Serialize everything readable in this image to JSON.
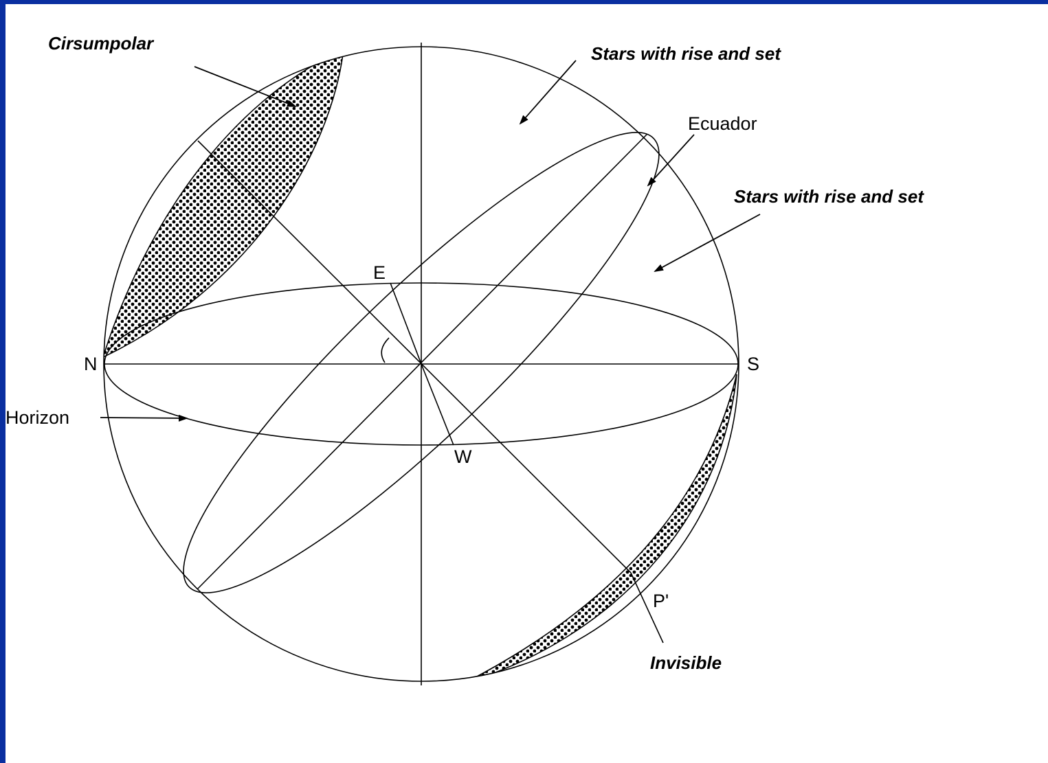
{
  "colors": {
    "frame": "#0a2fa0",
    "ink": "#000000",
    "background": "#ffffff"
  },
  "labels": {
    "circumpolar": "Cirsumpolar",
    "rise_set_top": "Stars with rise and set",
    "equator": "Ecuador",
    "rise_set_right": "Stars with rise and set",
    "east": "E",
    "north": "N",
    "south": "S",
    "west": "W",
    "horizon": "Horizon",
    "south_pole": "P'",
    "invisible": "Invisible"
  }
}
